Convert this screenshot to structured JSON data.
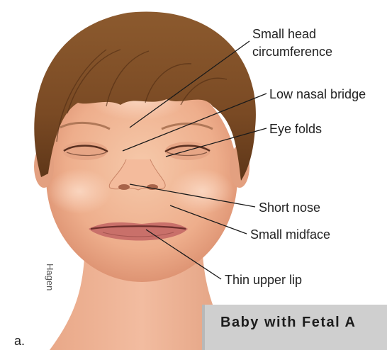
{
  "labels": {
    "head_line1": "Small head",
    "head_line2": "circumference",
    "nasal_bridge": "Low nasal bridge",
    "eye_folds": "Eye folds",
    "short_nose": "Short nose",
    "midface": "Small midface",
    "upper_lip": "Thin upper lip"
  },
  "panel_letter": "a.",
  "artist_signature": "Hagen",
  "banner_text": "Baby with Fetal A",
  "colors": {
    "hair": "#7a4a24",
    "skin": "#f0b090",
    "banner": "#cfcfcf"
  }
}
